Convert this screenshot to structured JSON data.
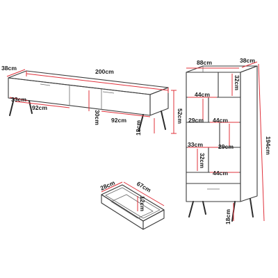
{
  "tv_stand": {
    "depth": "38cm",
    "width": "200cm",
    "side_gap": "33cm",
    "compartment_left": "92cm",
    "compartment_right": "92cm",
    "middle_height": "30cm",
    "total_height": "52cm",
    "leg_height": "18cm"
  },
  "bookcase": {
    "width": "88cm",
    "depth": "38cm",
    "top_shelf_height": "32cm",
    "top_left_width": "44cm",
    "mid_left_height": "29cm",
    "mid_right_width": "44cm",
    "left_gap": "33cm",
    "right_height": "29cm",
    "lower_height": "32cm",
    "lower_width": "44cm",
    "total_height": "194cm",
    "leg_height": "18cm"
  },
  "drawer": {
    "depth": "28cm",
    "width": "67cm",
    "height": "12cm"
  },
  "colors": {
    "dimension_line": "#e0303a",
    "outline": "#3a3a3a"
  }
}
